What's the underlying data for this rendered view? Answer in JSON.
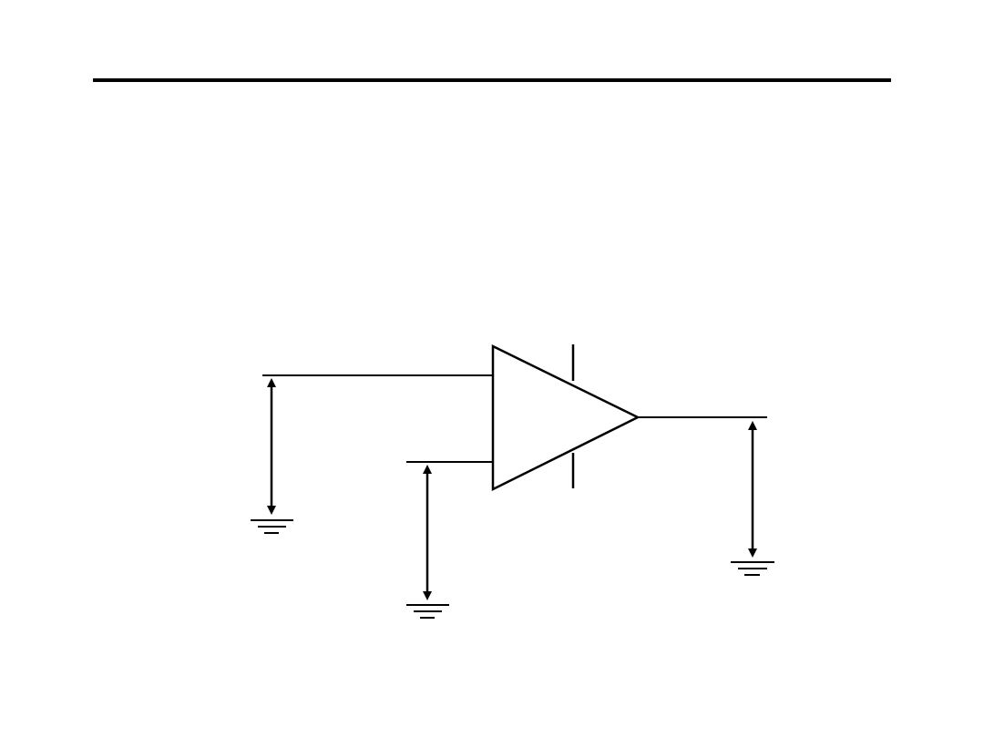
{
  "slide": {
    "background": "#ffffff",
    "rule_color": "#000000"
  },
  "circuit": {
    "component": "op-amp",
    "stroke_color": "#000000",
    "inputs": [
      "non-inverting-input",
      "inverting-input"
    ],
    "voltage_indicators": 3,
    "grounds": 3,
    "icons": [
      "op-amp-triangle-icon",
      "ground-icon",
      "double-arrow-icon"
    ]
  }
}
